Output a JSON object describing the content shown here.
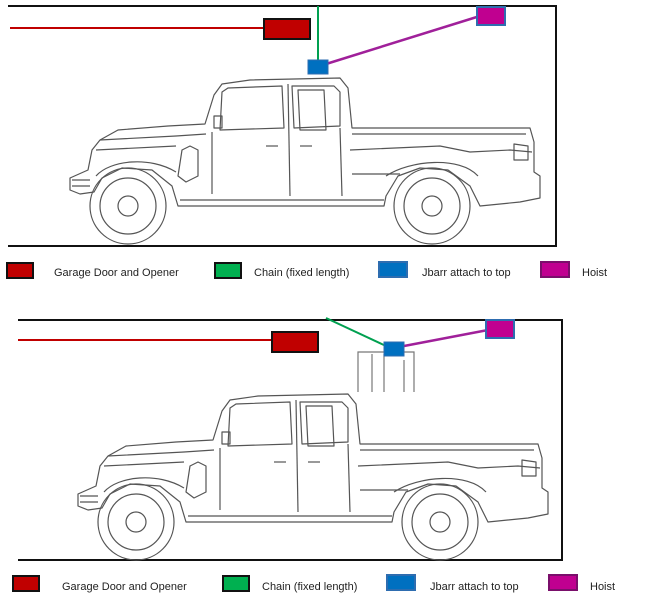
{
  "colors": {
    "garage_door": "#c00000",
    "chain": "#00b050",
    "jbarr": "#0070c0",
    "hoist": "#c00090",
    "outline": "#111111",
    "truck_line": "#555555"
  },
  "legend_top": {
    "garage_label": "Garage Door and Opener",
    "chain_label": "Chain (fixed length)",
    "jbarr_label": "Jbarr attach to top",
    "hoist_label": "Hoist"
  },
  "legend_bottom": {
    "garage_label": "Garage Door and Opener",
    "chain_label": "Chain (fixed length)",
    "jbarr_label": "Jbarr attach to top",
    "hoist_label": "Hoist"
  },
  "icons": [
    "truck-drawing",
    "top-rack-drawing"
  ]
}
